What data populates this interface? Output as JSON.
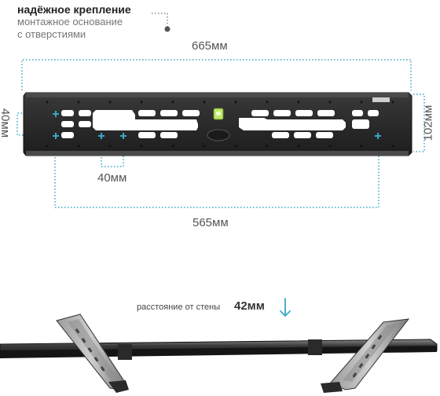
{
  "callout": {
    "title": "надёжное крепление",
    "line1": "монтажное основание",
    "line2": "с отверстиями"
  },
  "dimensions": {
    "total_width": "665мм",
    "hole_spacing_vertical": "40мм",
    "height": "102мм",
    "hole_spacing_horizontal": "40мм",
    "hole_span": "565мм"
  },
  "wall_distance": {
    "label": "расстояние от стены",
    "value": "42мм"
  },
  "colors": {
    "dim_line": "#3aa6c8",
    "bracket": "#2b2b2b",
    "hole_marker": "#3aa6c8",
    "arrow": "#3aa6c8"
  },
  "icons": {
    "arrow": "arrow-down-icon",
    "bubble_level": "bubble-level-icon"
  }
}
